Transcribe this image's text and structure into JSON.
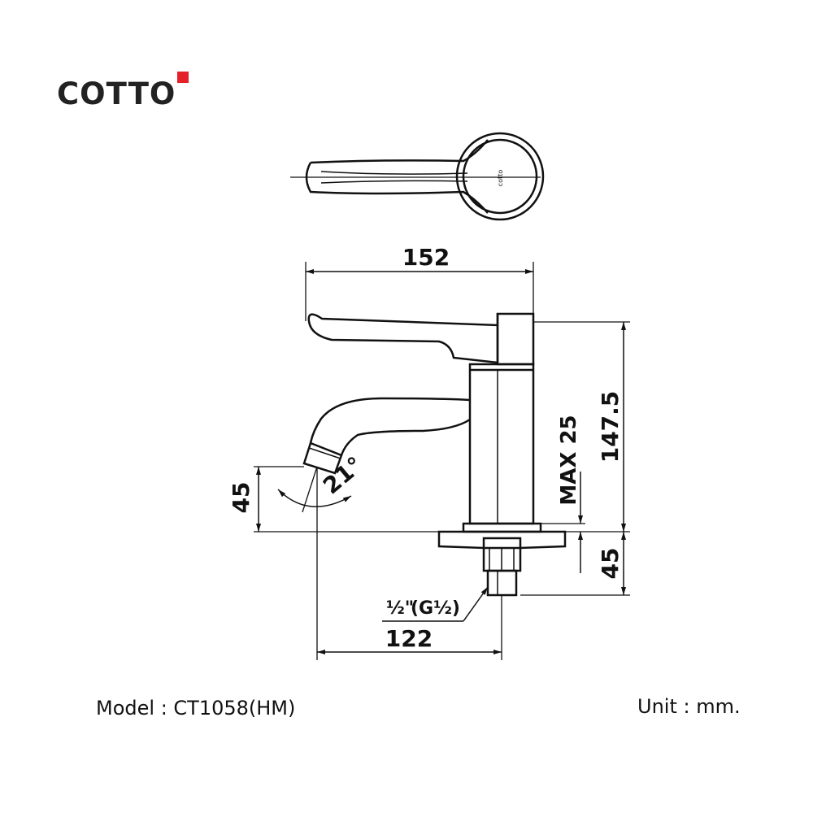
{
  "brand": {
    "name": "COTTO",
    "accent_color": "#e4202a",
    "text_color": "#222222"
  },
  "dimensions": {
    "width_top": "152",
    "height_total": "147.5",
    "max_deck": "MAX 25",
    "below_deck": "45",
    "spout_height": "45",
    "spout_angle": "21°",
    "spout_reach": "122",
    "thread_a": "½\"",
    "thread_b": "(G½)"
  },
  "labels": {
    "model": "Model : CT1058(HM)",
    "unit": "Unit : mm."
  }
}
